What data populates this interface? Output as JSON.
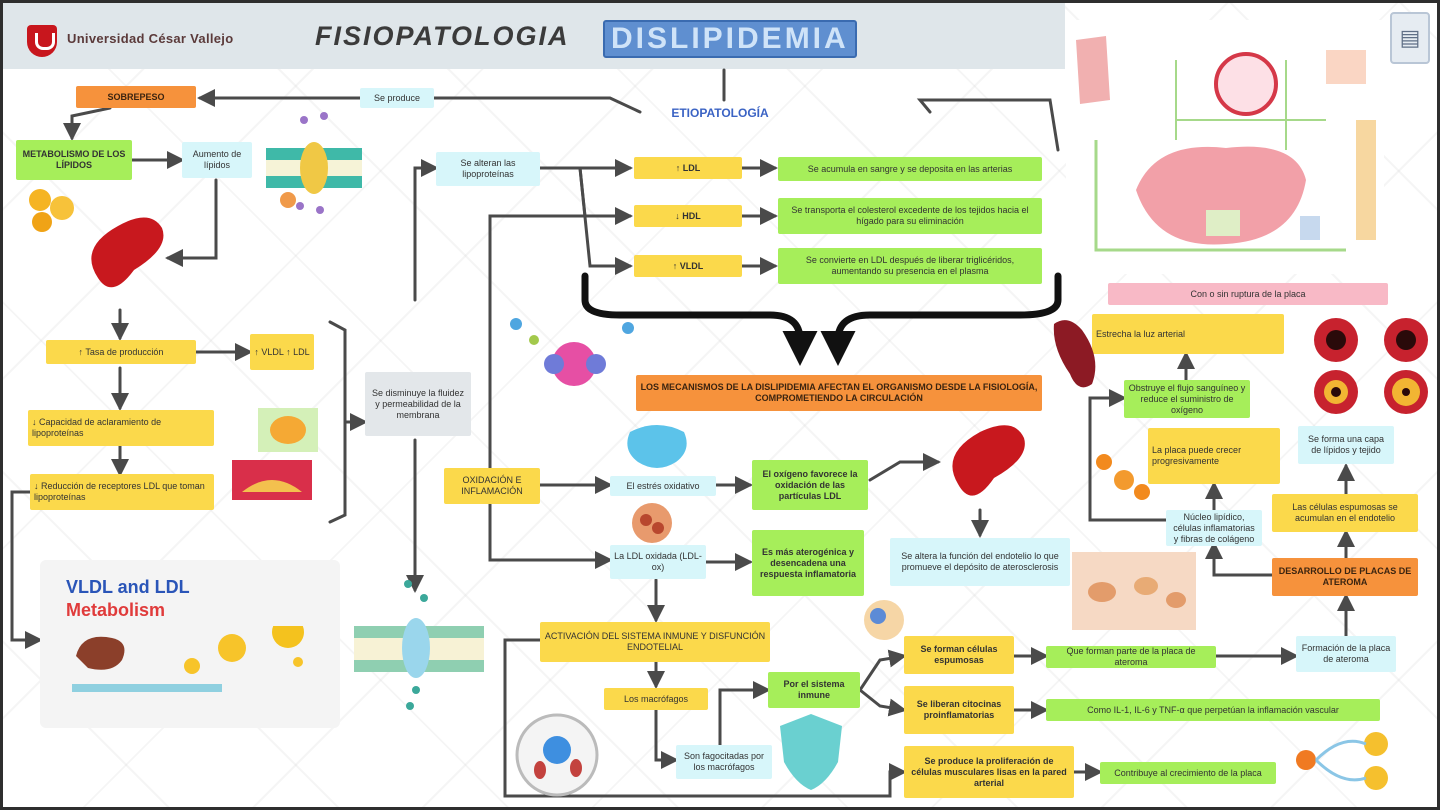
{
  "header": {
    "university": "Universidad César Vallejo",
    "title": "FISIOPATOLOGIA",
    "subtitle": "DISLIPIDEMIA"
  },
  "nodes": {
    "n1": "SOBREPESO",
    "n2": "ETIOPATOLOGÍA",
    "n3": "Se produce",
    "n4": "METABOLISMO DE LOS LÍPIDOS",
    "n5": "Aumento de lípidos",
    "n6": "↑ Tasa de producción",
    "n7": "↑ VLDL ↑ LDL",
    "n8": "↓ Capacidad de aclaramiento de lipoproteínas",
    "n9": "↓ Reducción de receptores LDL que toman lipoproteínas",
    "n10": "Se disminuye la fluidez y permeabilidad de la membrana",
    "n11": "VLDL and LDL",
    "n12": "Metabolism",
    "n13": "Se alteran las lipoproteínas",
    "n14": "↑ LDL",
    "n15": "↓ HDL",
    "n16": "↑ VLDL",
    "n17": "Se acumula en sangre y se deposita en las arterias",
    "n18": "Se transporta el colesterol excedente de los tejidos hacia el hígado para su eliminación",
    "n19": "Se convierte en LDL después de liberar triglicéridos, aumentando su presencia en el plasma",
    "n20": "LOS MECANISMOS DE LA DISLIPIDEMIA AFECTAN EL ORGANISMO DESDE LA FISIOLOGÍA, COMPROMETIENDO LA CIRCULACIÓN",
    "n21": "OXIDACIÓN E INFLAMACIÓN",
    "n22": "El estrés oxidativo",
    "n23": "El oxígeno favorece la oxidación de las partículas LDL",
    "n24": "Se altera la función del endotelio lo que promueve el depósito de aterosclerosis",
    "n25": "La LDL oxidada (LDL-ox)",
    "n26": "Es más aterogénica y desencadena una respuesta inflamatoria",
    "n27": "ACTIVACIÓN DEL SISTEMA INMUNE Y DISFUNCIÓN ENDOTELIAL",
    "n28": "Los macrófagos",
    "n29": "Son fagocitadas por los macrófagos",
    "n30": "Por el sistema inmune",
    "n31": "Se forman células espumosas",
    "n32": "Se liberan citocinas proinflamatorias",
    "n33": "Que forman parte de la placa de ateroma",
    "n34": "Como IL-1, IL-6 y TNF-α que perpetúan la inflamación vascular",
    "n35": "Se produce la proliferación de células musculares lisas en la pared arterial",
    "n36": "Contribuye al crecimiento de la placa",
    "n37": "Formación de la placa de ateroma",
    "n38": "DESARROLLO DE PLACAS DE ATEROMA",
    "n39": "Las células espumosas se acumulan en el endotelio",
    "n40": "Se forma una capa de lípidos y tejido",
    "n41": "Núcleo lipídico, células inflamatorias y fibras de colágeno",
    "n42": "La placa puede crecer progresivamente",
    "n43": "Obstruye el flujo sanguíneo y reduce el suministro de oxígeno",
    "n44": "Estrecha la luz arterial",
    "n45": "Con o sin ruptura de la placa"
  },
  "icons": {
    "corner": "book-icon"
  }
}
